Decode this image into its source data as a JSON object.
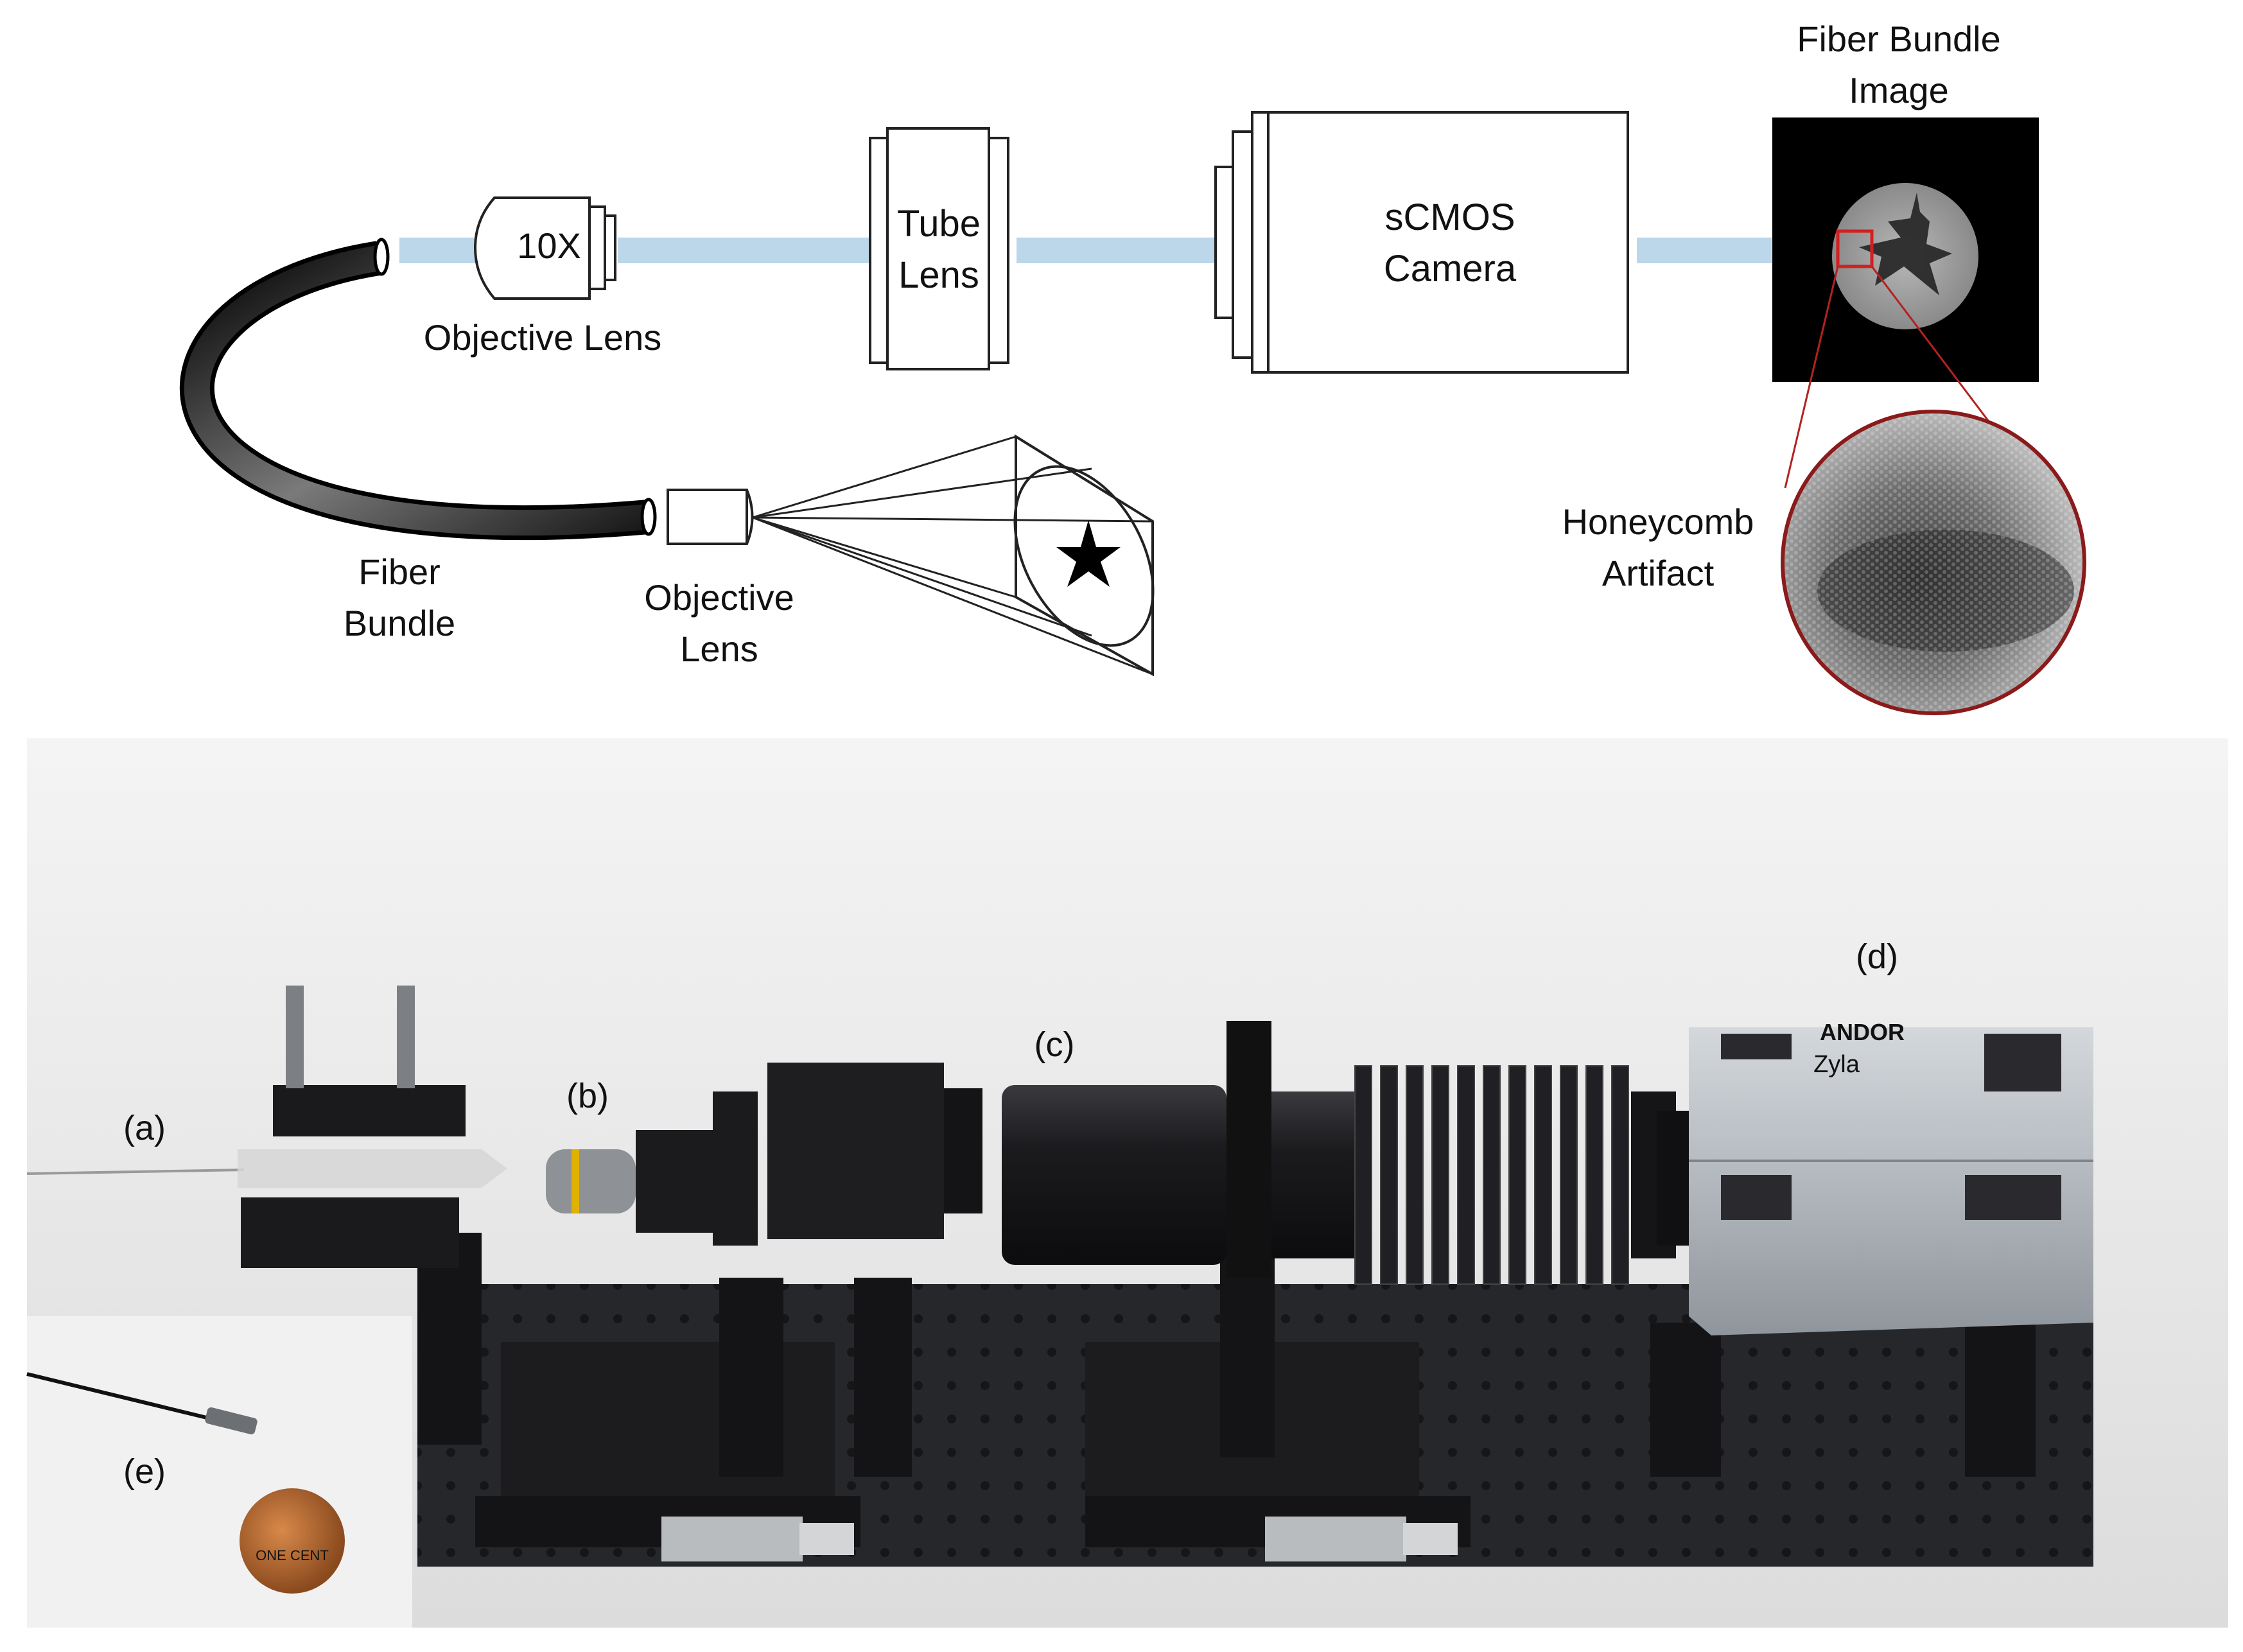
{
  "schematic": {
    "objective_top": {
      "magnification": "10X",
      "label": "Objective Lens"
    },
    "tube_lens": {
      "line1": "Tube",
      "line2": "Lens"
    },
    "camera": {
      "line1": "sCMOS",
      "line2": "Camera"
    },
    "fiber_bundle_image": {
      "line1": "Fiber Bundle",
      "line2": "Image"
    },
    "fiber_bundle": {
      "line1": "Fiber",
      "line2": "Bundle"
    },
    "objective_bottom": {
      "line1": "Objective",
      "line2": "Lens"
    },
    "honeycomb": {
      "line1": "Honeycomb",
      "line2": "Artifact"
    }
  },
  "photo": {
    "labels": {
      "a": "(a)",
      "b": "(b)",
      "c": "(c)",
      "d": "(d)",
      "e": "(e)"
    },
    "camera_brand": "ANDOR",
    "camera_model": "Zyla",
    "coin_text": "ONE CENT"
  },
  "colors": {
    "beam": "#bcd6ea",
    "zoom_outline": "#b22222",
    "breadboard": "#26272b",
    "camera_body": "#b7bcc2"
  }
}
